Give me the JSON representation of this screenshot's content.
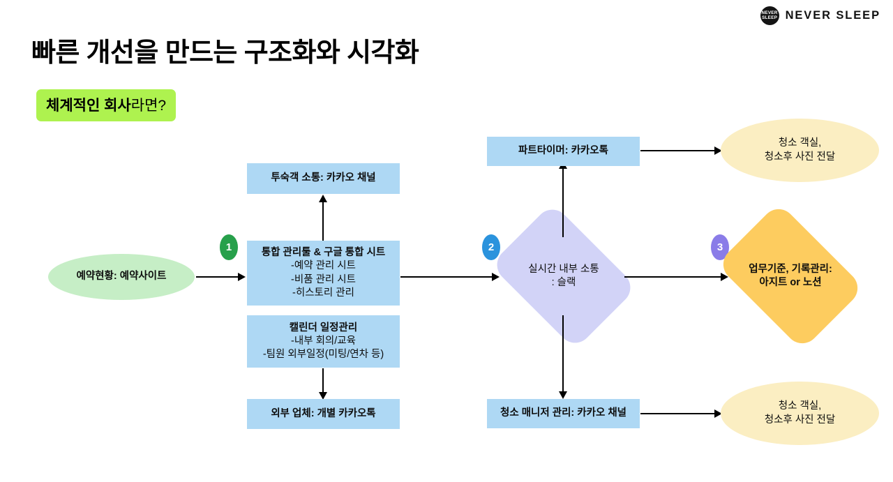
{
  "brand": {
    "logo_line1": "NEVER",
    "logo_line2": "SLEEP",
    "logo_text": "NEVER SLEEP"
  },
  "header": {
    "title": "빠른 개선을 만드는 구조화와 시각화",
    "subtitle_strong": "체계적인 회사",
    "subtitle_light": "라면?",
    "subtitle_highlight_color": "#aef24f"
  },
  "diagram": {
    "start": {
      "label": "예약현황: 예약사이트",
      "color": "#c6eec6",
      "shape": "ellipse"
    },
    "steps": [
      {
        "number": "1",
        "color": "#27a04b"
      },
      {
        "number": "2",
        "color": "#2b93dd"
      },
      {
        "number": "3",
        "color": "#8a7ce8"
      }
    ],
    "boxes": {
      "guest_channel": {
        "label": "투숙객 소통: 카카오 채널",
        "color": "#aed8f4"
      },
      "integrated_tool": {
        "title": "통합 관리툴 & 구글 통합 시트",
        "lines": [
          "-예약 관리 시트",
          "-비품 관리 시트",
          "-히스토리 관리"
        ],
        "color": "#aed8f4"
      },
      "calendar": {
        "title": "캘린더 일정관리",
        "lines": [
          "-내부 회의/교육",
          "-팀원 외부일정(미팅/연차 등)"
        ],
        "color": "#aed8f4"
      },
      "external_vendor": {
        "label": "외부 업체: 개별 카카오톡",
        "color": "#aed8f4"
      },
      "parttimer": {
        "label": "파트타이머: 카카오톡",
        "color": "#aed8f4"
      },
      "cleaning_manager": {
        "label": "청소 매니저 관리: 카카오 채널",
        "color": "#aed8f4"
      }
    },
    "diamonds": {
      "realtime_comm": {
        "line1": "실시간 내부 소통",
        "line2": ": 슬랙",
        "color": "#d2d3f7"
      },
      "standards_records": {
        "line1": "업무기준, 기록관리:",
        "line2": "아지트 or 노션",
        "color": "#fdcc5f"
      }
    },
    "outcomes": {
      "top": {
        "line1": "청소 객실,",
        "line2": "청소후 사진 전달",
        "color": "#fbeec2"
      },
      "bottom": {
        "line1": "청소 객실,",
        "line2": "청소후 사진 전달",
        "color": "#fbeec2"
      }
    }
  }
}
